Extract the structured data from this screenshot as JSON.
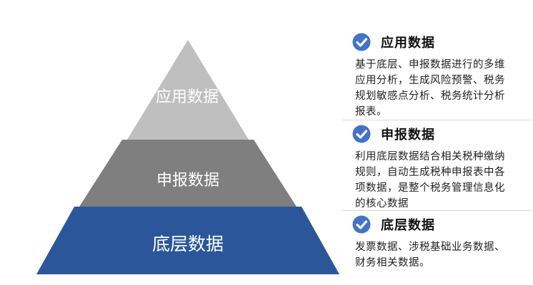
{
  "pyramid": {
    "tiers": [
      {
        "label": "应用数据",
        "color": "#bfbfbf",
        "text_color": "#ffffff"
      },
      {
        "label": "申报数据",
        "color": "#7f7f7f",
        "text_color": "#ffffff"
      },
      {
        "label": "底层数据",
        "color": "#2b579a",
        "text_color": "#ffffff"
      }
    ]
  },
  "blocks": [
    {
      "title": "应用数据",
      "description": "基于底层、申报数据进行的多维应用分析，生成风险预警、税务规划敏感点分析、税务统计分析报表。"
    },
    {
      "title": "申报数据",
      "description": "利用底层数据结合相关税种缴纳规则，自动生成税种申报表中各项数据，是整个税务管理信息化的核心数据"
    },
    {
      "title": "底层数据",
      "description": "发票数据、涉税基础业务数据、财务相关数据。"
    }
  ],
  "colors": {
    "check_icon": "#4472c4",
    "divider": "#d9d9d9"
  }
}
